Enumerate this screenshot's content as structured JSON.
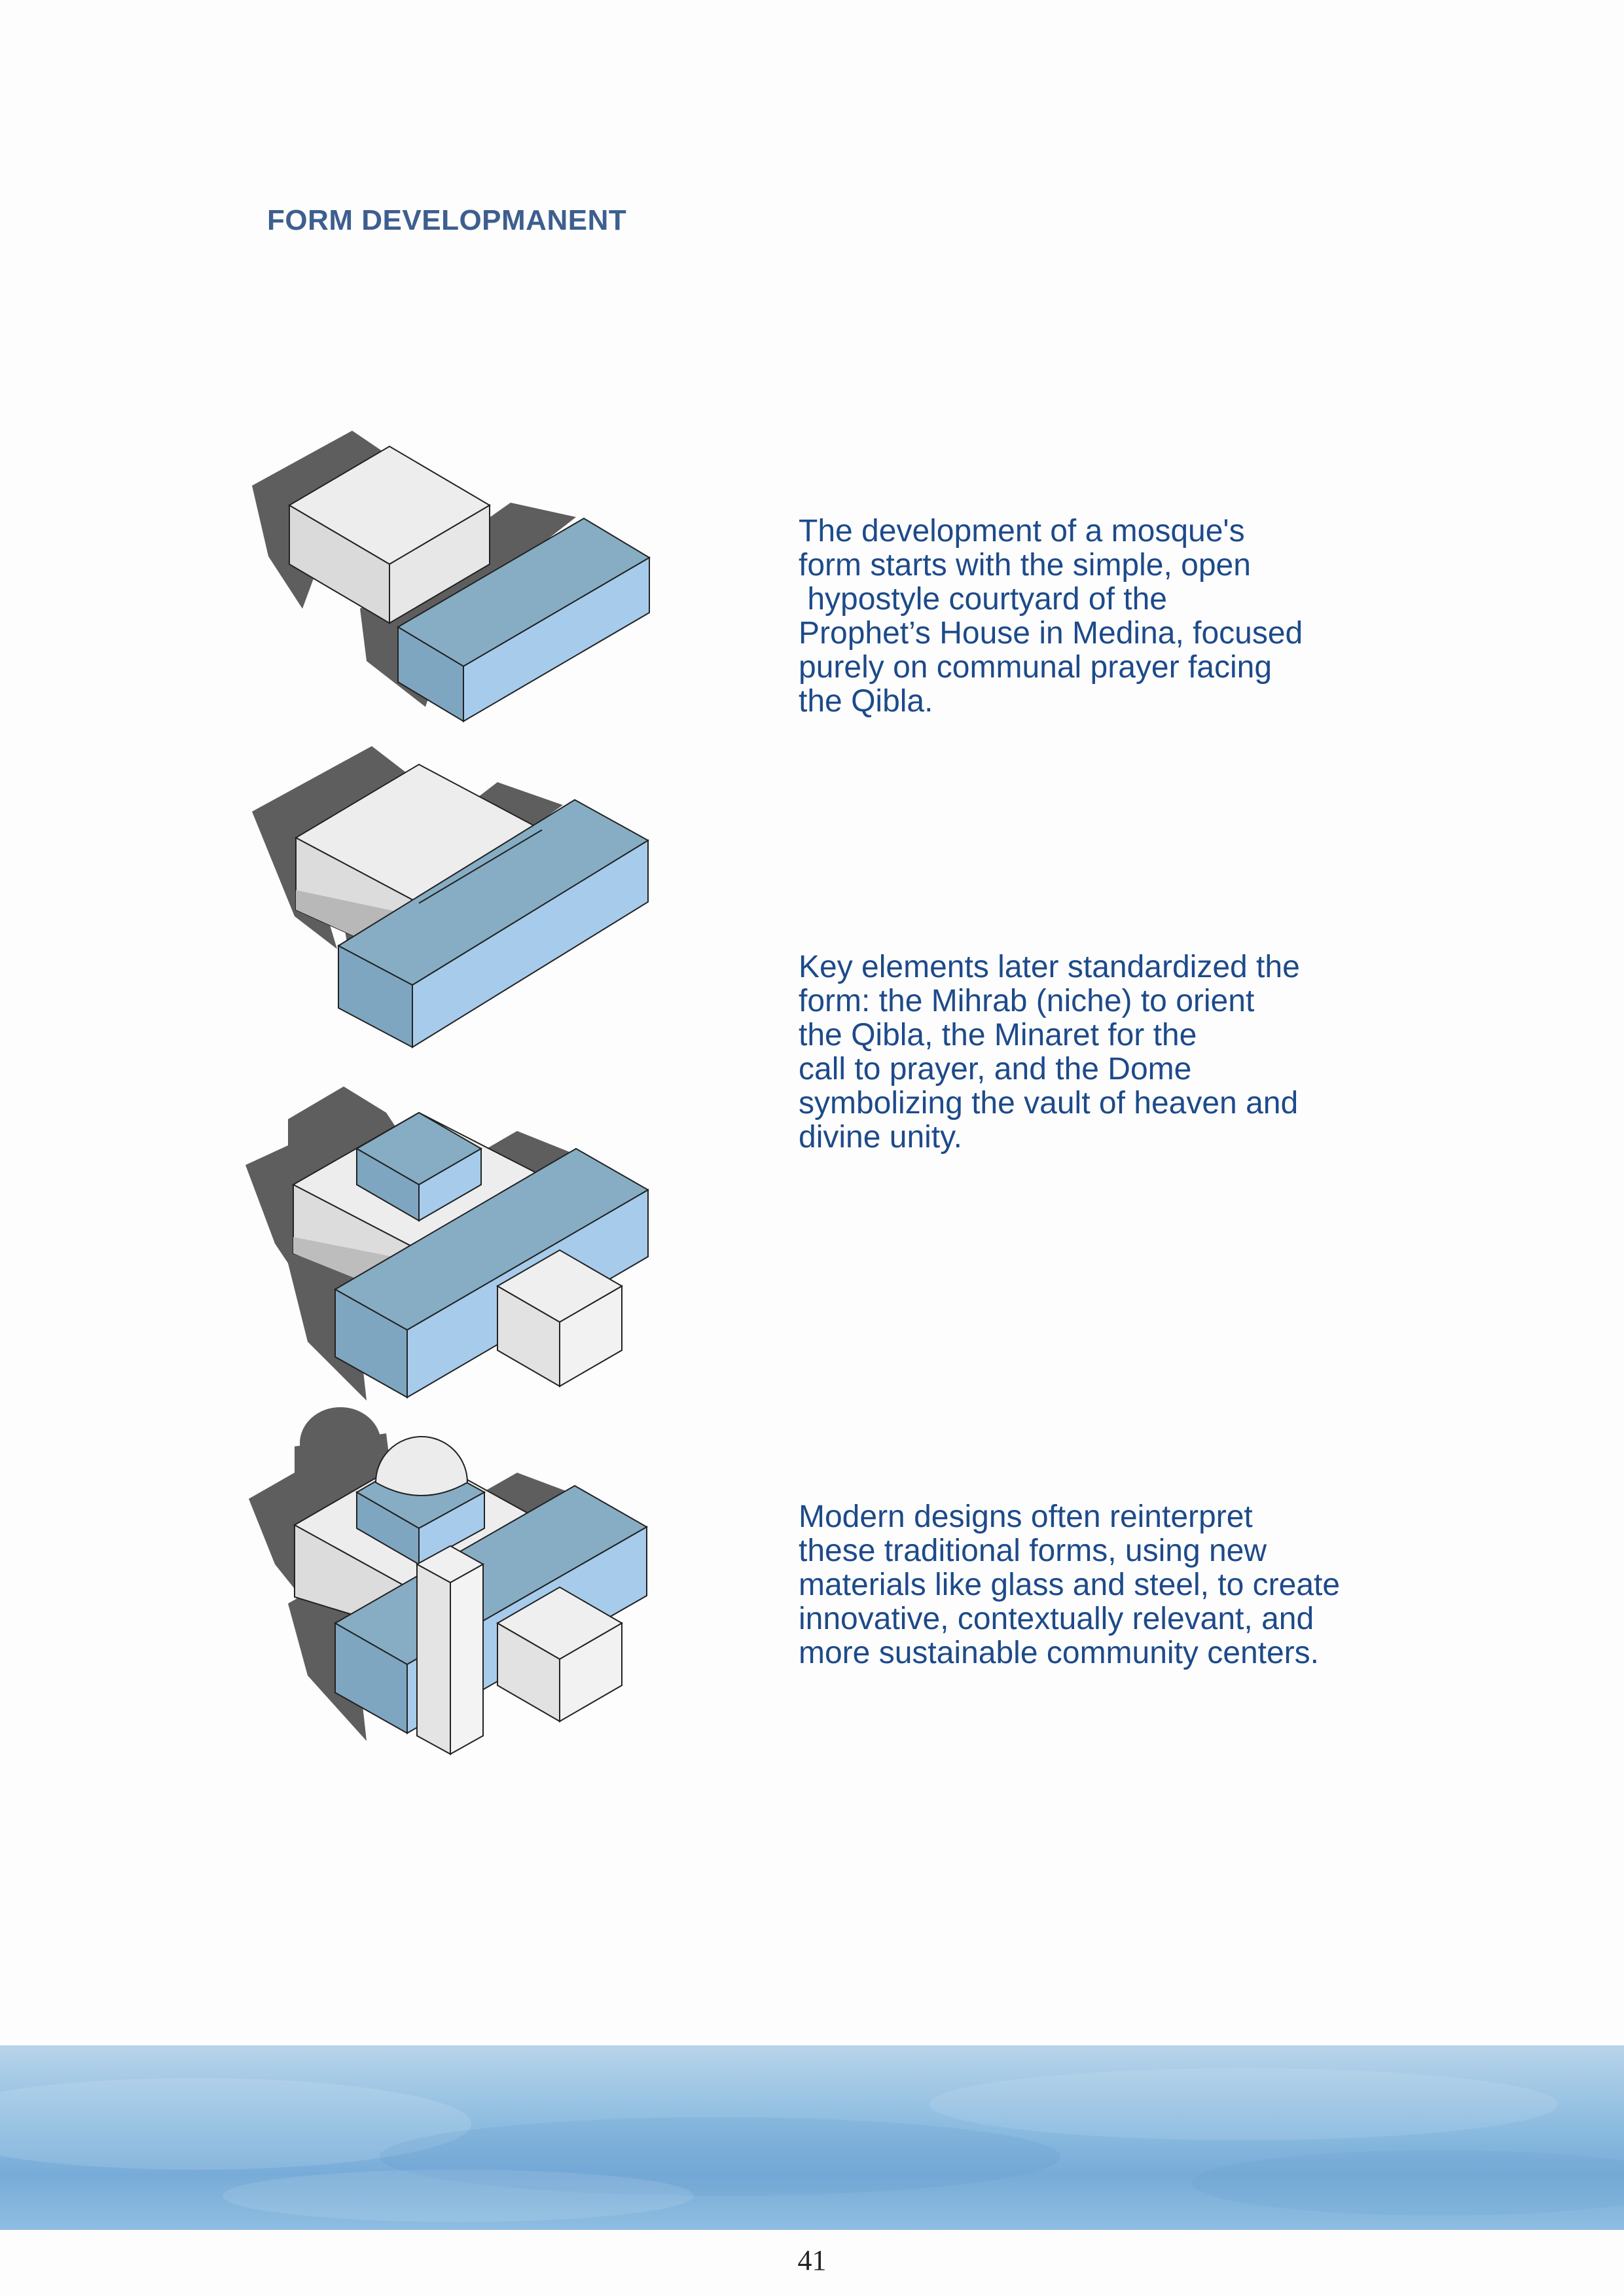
{
  "title": "FORM DEVELOPMANENT",
  "paragraphs": [
    {
      "lines": [
        "The development of a mosque's",
        "form starts with the simple, open",
        " hypostyle courtyard of the",
        "Prophet’s House in Medina, focused",
        "purely on communal prayer facing",
        "the Qibla."
      ]
    },
    {
      "lines": [
        "Key elements later standardized the",
        "form: the Mihrab (niche) to orient",
        "the Qibla, the Minaret for the",
        "call to prayer, and the Dome",
        "symbolizing the vault of heaven and",
        "divine unity."
      ]
    },
    {
      "lines": [
        "Modern designs often reinterpret",
        "these traditional forms, using new",
        "materials like glass and steel, to create",
        "innovative, contextually relevant, and",
        "more sustainable community centers."
      ]
    }
  ],
  "page_number": "41",
  "colors": {
    "title": "#3d5f8f",
    "body_text": "#1d4a8a",
    "blue_top": "#86adc4",
    "blue_front": "#7fa6c0",
    "blue_side": "#a7cbeb",
    "grey_light": "#e6e6e6",
    "grey_mid": "#d5d5d5",
    "shadow": "#5e5e5e",
    "footer_band": "#8bbbe0"
  }
}
